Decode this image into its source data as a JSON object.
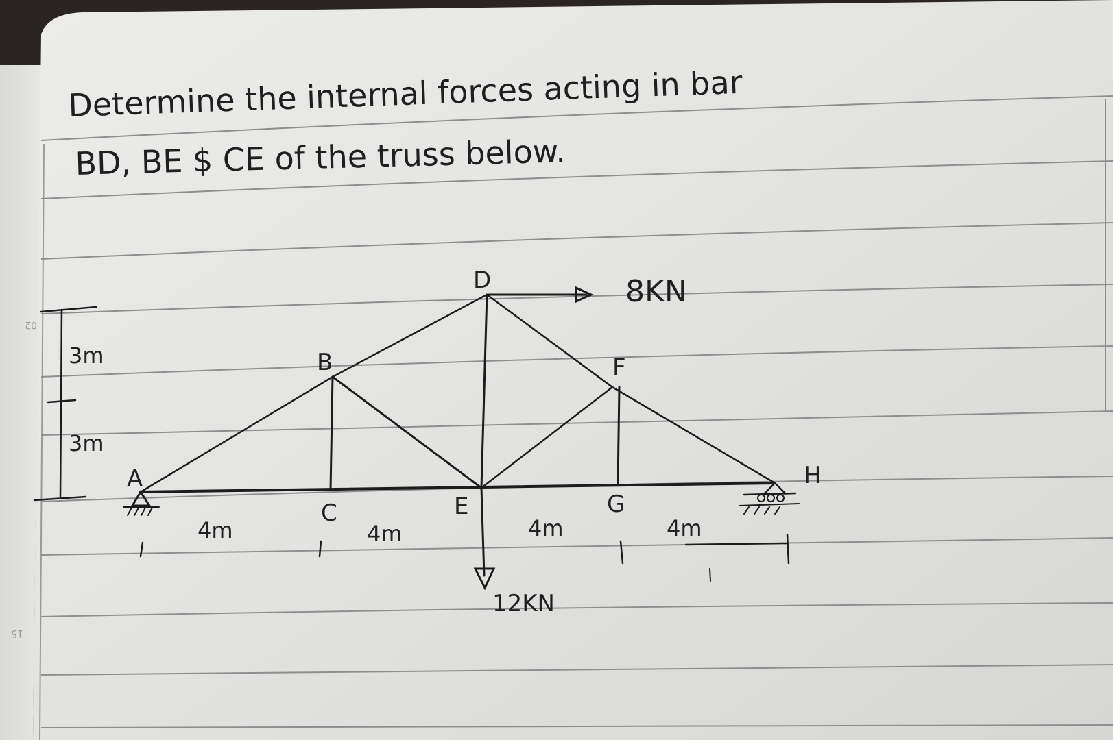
{
  "problem": {
    "line1": "Determine the internal forces acting in bar",
    "line2": "BD, BE $ CE of the truss below."
  },
  "truss": {
    "nodes": {
      "A": "A",
      "B": "B",
      "C": "C",
      "D": "D",
      "E": "E",
      "F": "F",
      "G": "G",
      "H": "H"
    },
    "loads": {
      "horizontal_at_D": "8KN",
      "vertical_at_E": "12KN"
    },
    "dimensions": {
      "vertical_upper": "3m",
      "vertical_lower": "3m",
      "span_AC": "4m",
      "span_CE": "4m",
      "span_EG": "4m",
      "span_GH": "4m"
    },
    "supports": {
      "A": "pin-support",
      "H": "roller-support"
    }
  },
  "margin": {
    "num_top": "02",
    "num_bottom": "15"
  },
  "colors": {
    "paper": "#e4e4e2",
    "ink": "#1f1f1f",
    "rule_lines": "#8a8a8a",
    "background": "#2a2422"
  }
}
